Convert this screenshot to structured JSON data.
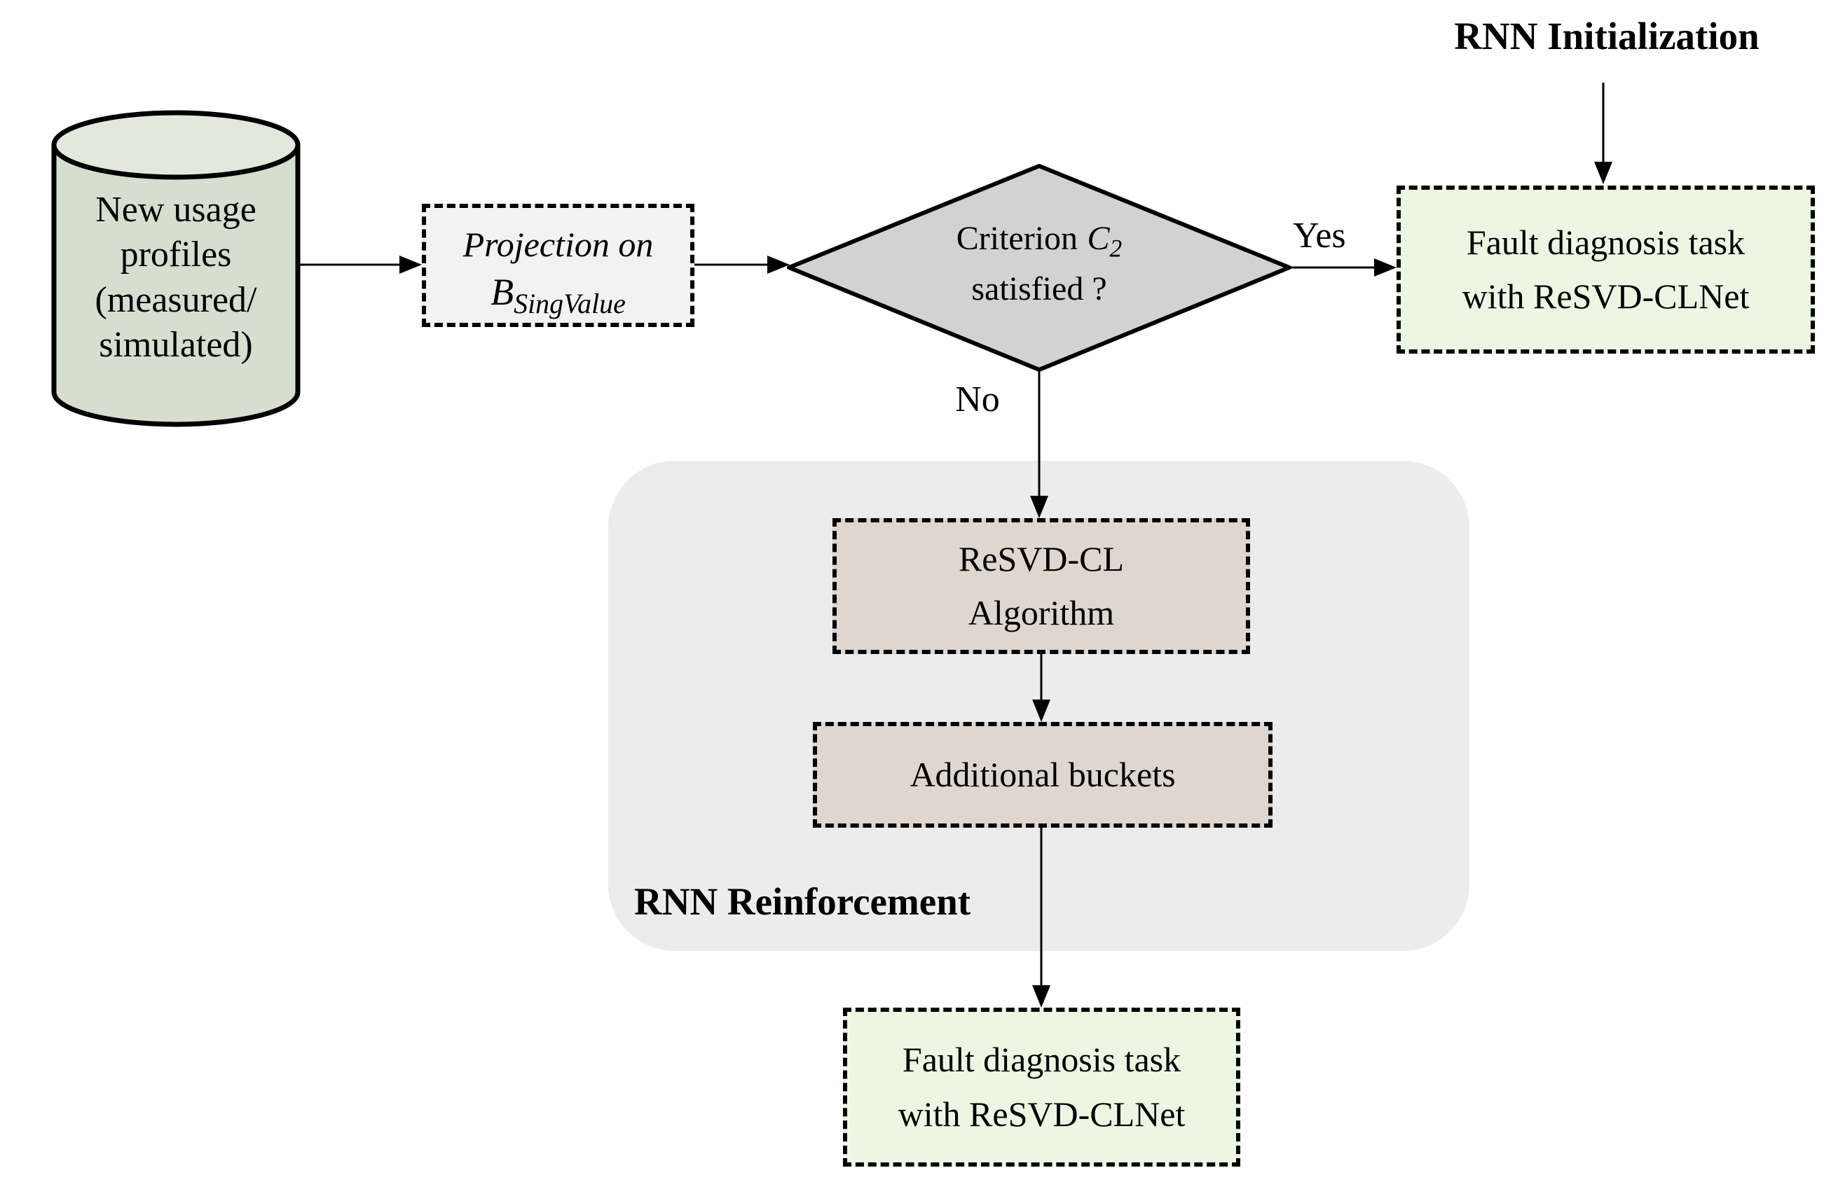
{
  "colors": {
    "background": "#ffffff",
    "cylinder_body_fill": "#d7decf",
    "cylinder_top_fill": "#e3e8dc",
    "process_box_fill": "#f2f2f2",
    "decision_fill": "#d2d2d2",
    "result_box_fill": "#edf6e3",
    "algorithm_box_fill": "#ded6cf",
    "region_fill": "#ececec",
    "stroke": "#000000"
  },
  "nodes": {
    "usage_profiles": {
      "lines": [
        "New usage",
        "profiles",
        "(measured/",
        "simulated)"
      ]
    },
    "projection": {
      "line1": "Projection on",
      "var_base": "B",
      "var_sub": "SingValue"
    },
    "criterion": {
      "prefix": "Criterion",
      "var_base": "C",
      "var_sub": "2",
      "line2": "satisfied ?"
    },
    "fault_top": {
      "line1": "Fault diagnosis task",
      "line2": "with ReSVD-CLNet"
    },
    "resvd_algorithm": {
      "line1": "ReSVD-CL",
      "line2": "Algorithm"
    },
    "additional_buckets": {
      "label": "Additional buckets"
    },
    "fault_bottom": {
      "line1": "Fault diagnosis task",
      "line2": "with ReSVD-CLNet"
    }
  },
  "labels": {
    "rnn_initialization": "RNN Initialization",
    "rnn_reinforcement": "RNN Reinforcement",
    "yes": "Yes",
    "no": "No"
  }
}
